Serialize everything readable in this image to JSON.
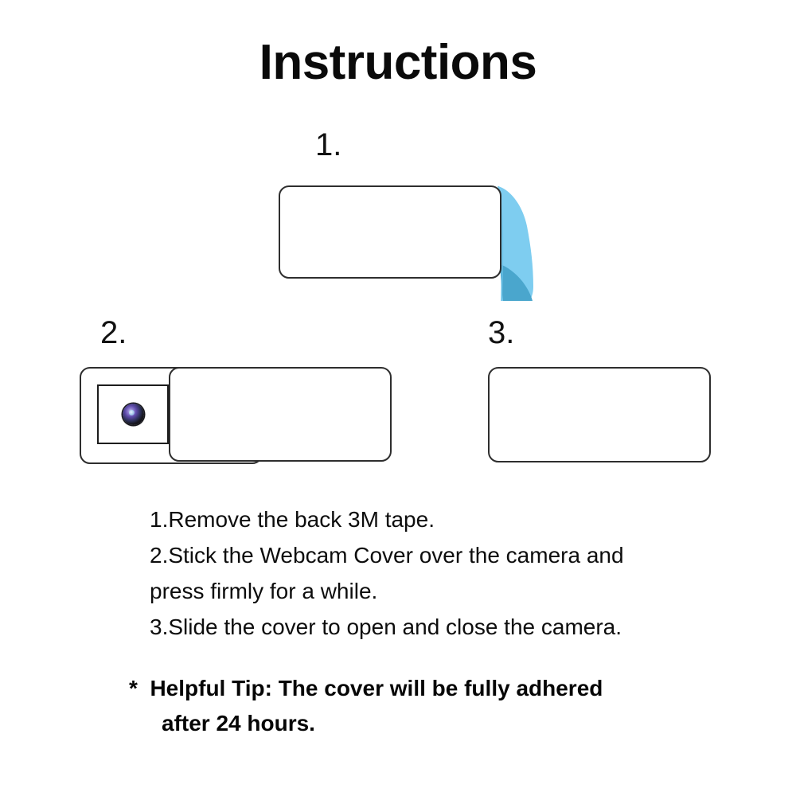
{
  "page": {
    "title": "Instructions",
    "background_color": "#ffffff",
    "text_color": "#000000"
  },
  "figures": {
    "step1": {
      "number_label": "1.",
      "caption": "Webcam cover with 3M tape liner peeling off the right edge",
      "body_name": "webcam-cover-body",
      "tape": {
        "name": "3m-tape-liner",
        "light_color": "#7ecdf0",
        "dark_color": "#4aa6cd"
      },
      "outline_color": "#2e2e2e"
    },
    "step2": {
      "number_label": "2.",
      "caption": "Cover slid open over the laptop camera lens",
      "base_name": "camera-bezel-base",
      "window_name": "camera-window",
      "lens_name": "camera-lens",
      "slider_name": "sliding-cover",
      "outline_color": "#2e2e2e"
    },
    "step3": {
      "number_label": "3.",
      "caption": "Cover slid closed over the camera",
      "body_name": "webcam-cover-closed",
      "outline_color": "#2e2e2e"
    }
  },
  "instructions": {
    "lines": [
      "1.Remove the back 3M tape.",
      "2.Stick the Webcam Cover over the camera and",
      "press firmly for a while.",
      "3.Slide the cover to open and close the camera."
    ]
  },
  "tip": {
    "marker": "*",
    "line_1": "*  Helpful Tip: The cover will be fully adhered",
    "line_2": "after 24 hours."
  }
}
